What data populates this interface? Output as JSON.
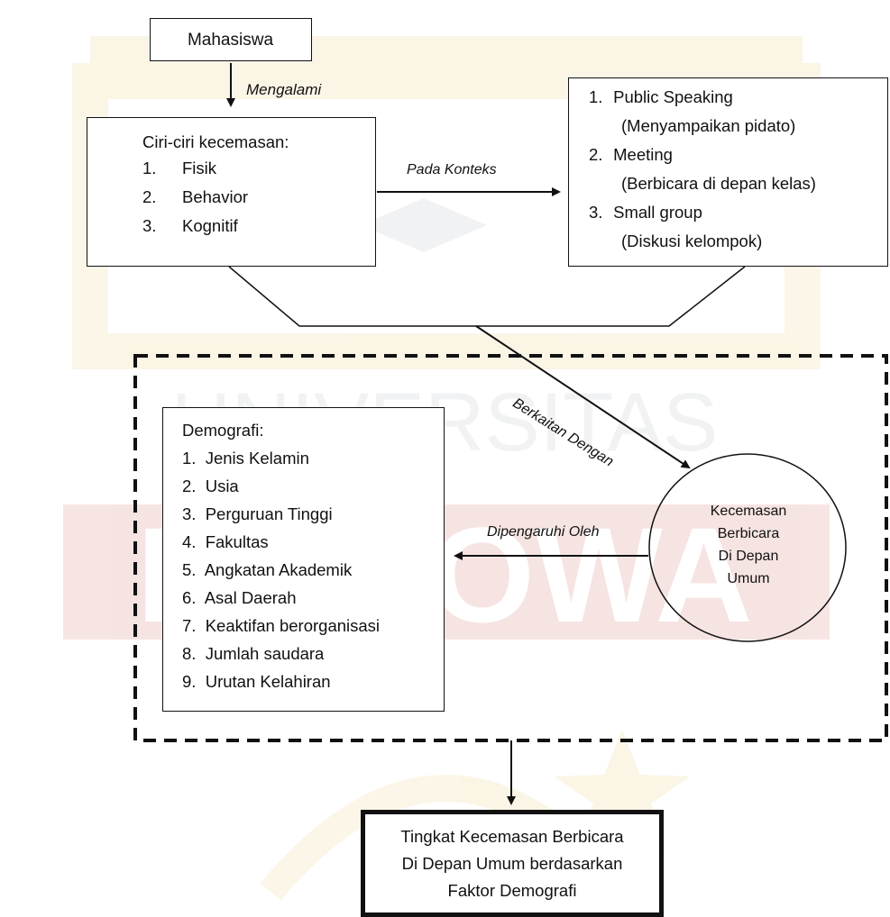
{
  "nodes": {
    "mahasiswa": "Mahasiswa",
    "ciri": {
      "title": "Ciri-ciri kecemasan:",
      "items": [
        {
          "num": "1.",
          "label": "Fisik"
        },
        {
          "num": "2.",
          "label": "Behavior"
        },
        {
          "num": "3.",
          "label": "Kognitif"
        }
      ]
    },
    "konteks": {
      "items": [
        {
          "num": "1.",
          "label": "Public Speaking",
          "sub": "(Menyampaikan pidato)"
        },
        {
          "num": "2.",
          "label": "Meeting",
          "sub": "(Berbicara di depan kelas)"
        },
        {
          "num": "3.",
          "label": "Small group",
          "sub": "(Diskusi kelompok)"
        }
      ]
    },
    "demografi": {
      "title": "Demografi:",
      "items": [
        "1.  Jenis Kelamin",
        "2.  Usia",
        "3.  Perguruan Tinggi",
        "4.  Fakultas",
        "5.  Angkatan Akademik",
        "6.  Asal Daerah",
        "7.  Keaktifan berorganisasi",
        "8.  Jumlah saudara",
        "9.  Urutan Kelahiran"
      ]
    },
    "kecemasan": [
      "Kecemasan",
      "Berbicara",
      "Di Depan",
      "Umum"
    ],
    "hasil": [
      "Tingkat Kecemasan Berbicara",
      "Di Depan Umum berdasarkan",
      "Faktor Demografi"
    ]
  },
  "edges": {
    "mengalami": "Mengalami",
    "pada_konteks": "Pada Konteks",
    "berkaitan_dengan": "Berkaitan Dengan",
    "dipengaruhi_oleh": "Dipengaruhi Oleh"
  },
  "watermark": {
    "text": "UNIVERSITAS BOSOWA",
    "colors": {
      "red": "#c0392b",
      "gold": "#e8b84a",
      "gray": "#9aa0a6"
    }
  }
}
